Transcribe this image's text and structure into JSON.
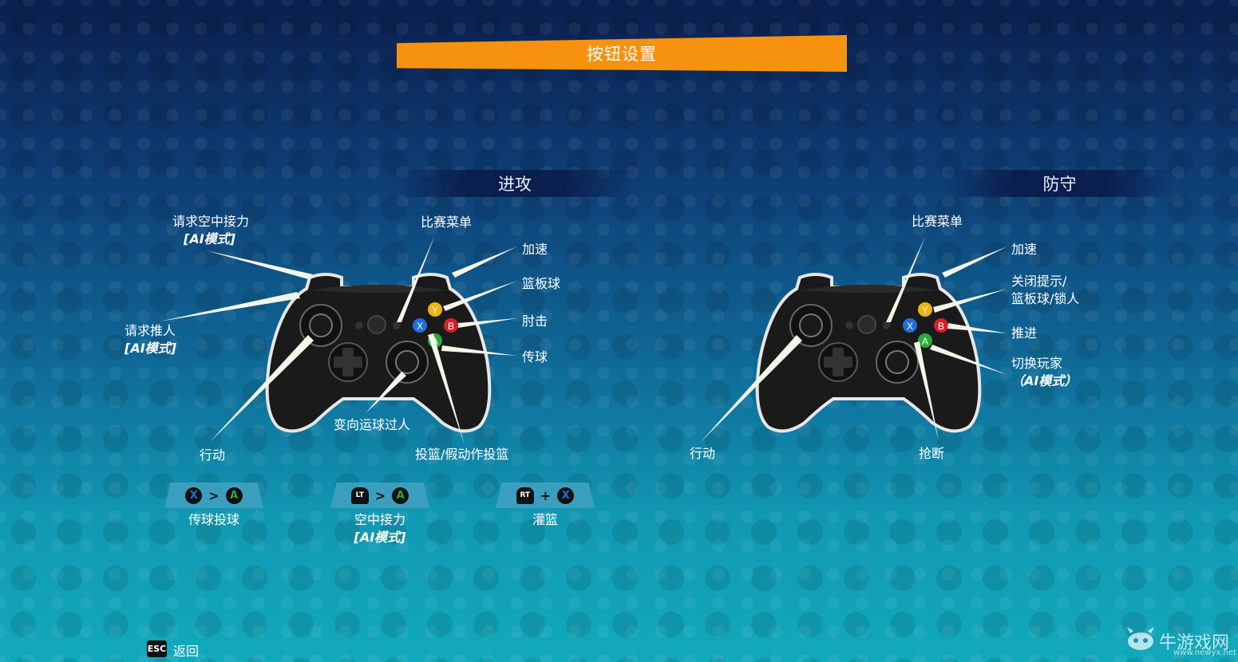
{
  "page_title": "按钮设置",
  "offense": {
    "header": "进攻",
    "labels": {
      "alley_request": "请求空中接力",
      "alley_request_ai": "[AI模式]",
      "push_request": "请求推人",
      "push_request_ai": "[AI模式]",
      "move": "行动",
      "game_menu": "比赛菜单",
      "sprint": "加速",
      "rebound": "篮板球",
      "elbow": "肘击",
      "pass": "传球",
      "crossover": "变向运球过人",
      "shoot": "投篮/假动作投篮"
    },
    "combos": [
      {
        "label": "传球投球",
        "sub": "",
        "left": "X",
        "op": ">",
        "right": "A"
      },
      {
        "label": "空中接力",
        "sub": "[AI模式]",
        "left": "LT",
        "op": ">",
        "right": "A"
      },
      {
        "label": "灌篮",
        "sub": "",
        "left": "RT",
        "op": "+",
        "right": "X"
      }
    ]
  },
  "defense": {
    "header": "防守",
    "labels": {
      "game_menu": "比赛菜单",
      "sprint": "加速",
      "close_hint_1": "关闭提示/",
      "close_hint_2": "篮板球/锁人",
      "push": "推进",
      "switch_player": "切换玩家",
      "switch_player_ai": "（AI模式）",
      "move": "行动",
      "steal": "抢断"
    }
  },
  "face_buttons": {
    "y": "Y",
    "x": "X",
    "b": "B",
    "a": "A"
  },
  "footer": {
    "esc_key": "ESC",
    "back": "返回"
  },
  "watermark": {
    "name": "牛游戏网",
    "url": "www.newyx.net"
  },
  "colors": {
    "title_bar": "#f7920f",
    "btn_y": "#f2b20f",
    "btn_x": "#1e6fd8",
    "btn_b": "#d8202a",
    "btn_a": "#2aa83a"
  }
}
